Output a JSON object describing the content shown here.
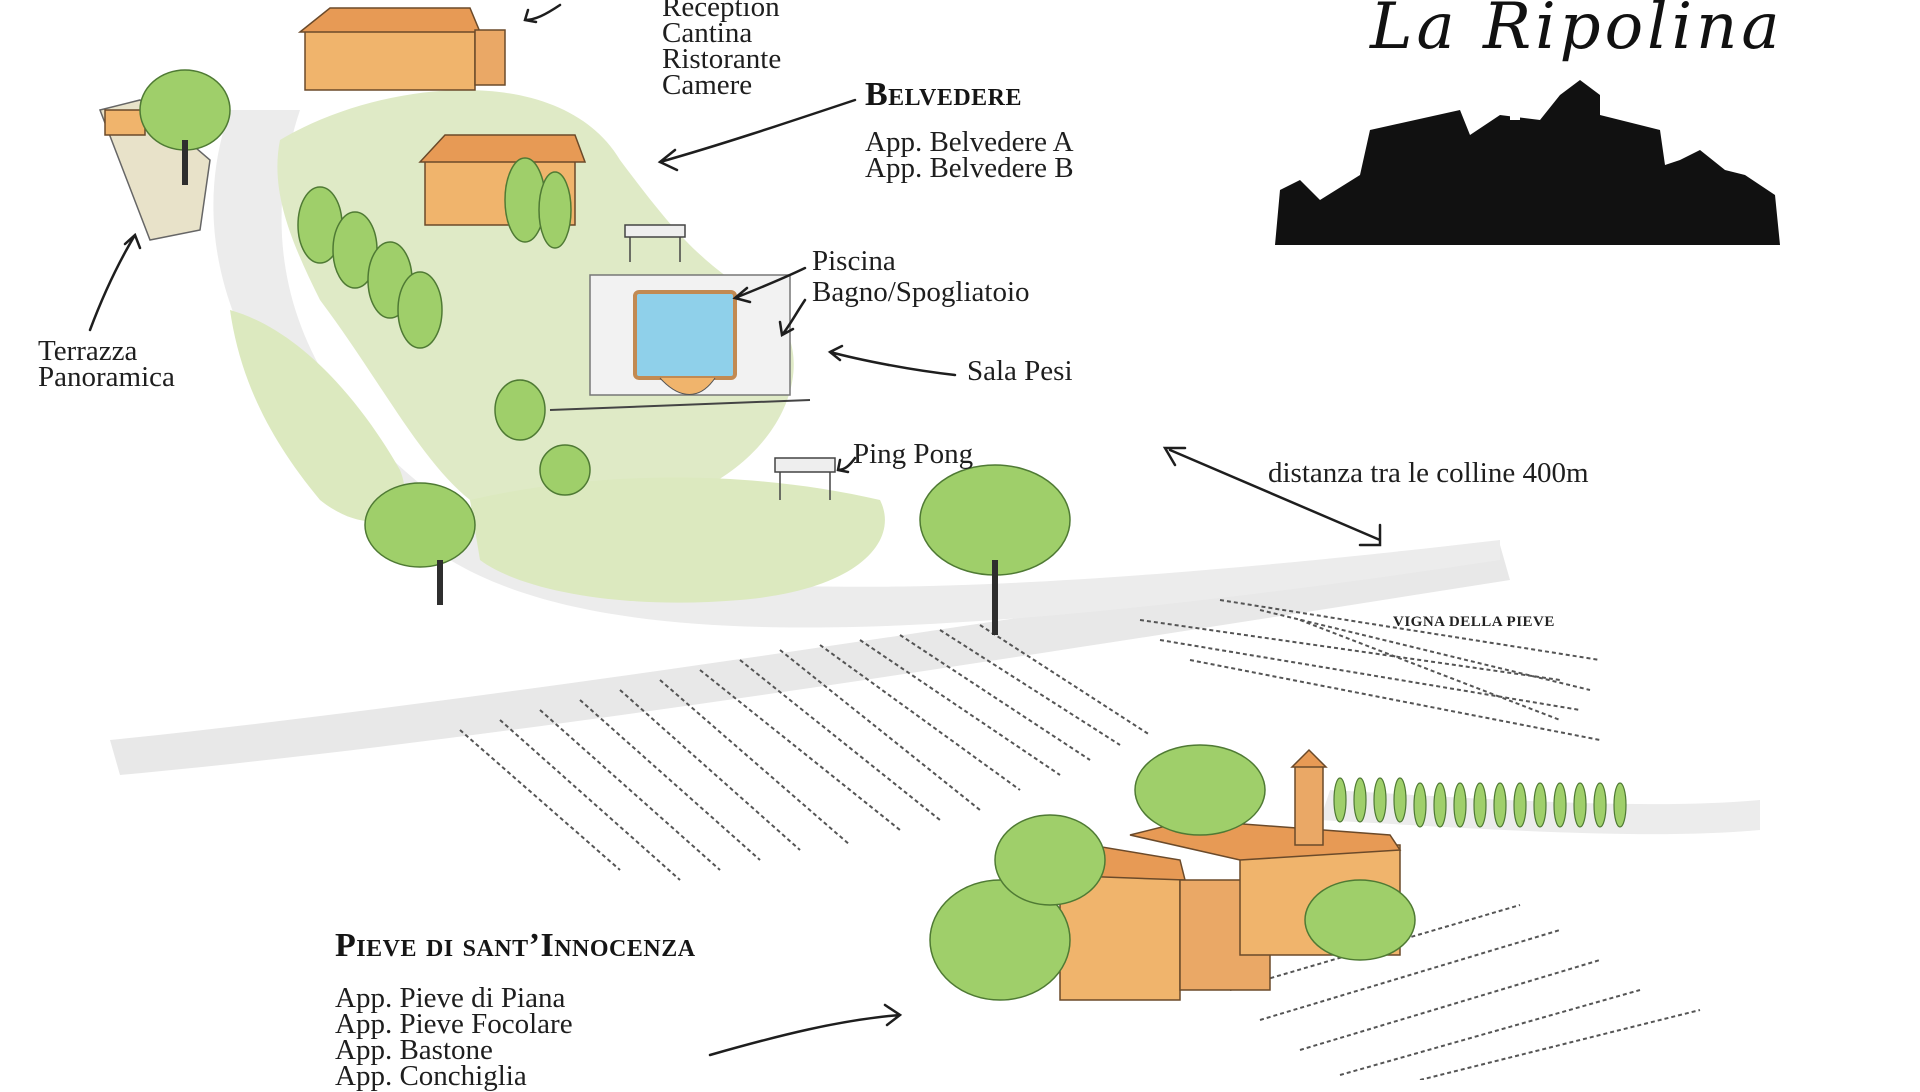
{
  "logo": {
    "name": "La Ripolina"
  },
  "labels": {
    "main_house": [
      "Reception",
      "Cantina",
      "Ristorante",
      "Camere"
    ],
    "belvedere_title": "Belvedere",
    "belvedere_items": [
      "App. Belvedere A",
      "App. Belvedere B"
    ],
    "piscina": [
      "Piscina",
      "Bagno/Spogliatoio"
    ],
    "sala_pesi": "Sala Pesi",
    "ping_pong": "Ping Pong",
    "terrazza": [
      "Terrazza",
      "Panoramica"
    ],
    "distanza": "distanza tra le colline 400m",
    "vigna": "VIGNA DELLA PIEVE",
    "pieve_title": "Pieve di sant’Innocenza",
    "pieve_items": [
      "App. Pieve di Piana",
      "App. Pieve Focolare",
      "App. Bastone",
      "App. Conchiglia"
    ]
  },
  "colors": {
    "grass": "#dce9bf",
    "road": "#e9e9e9",
    "building": "#f0b46c",
    "roof": "#e79a55",
    "tree": "#9fcf6a",
    "pool": "#8fd0ea",
    "ink": "#1e1e1e"
  }
}
